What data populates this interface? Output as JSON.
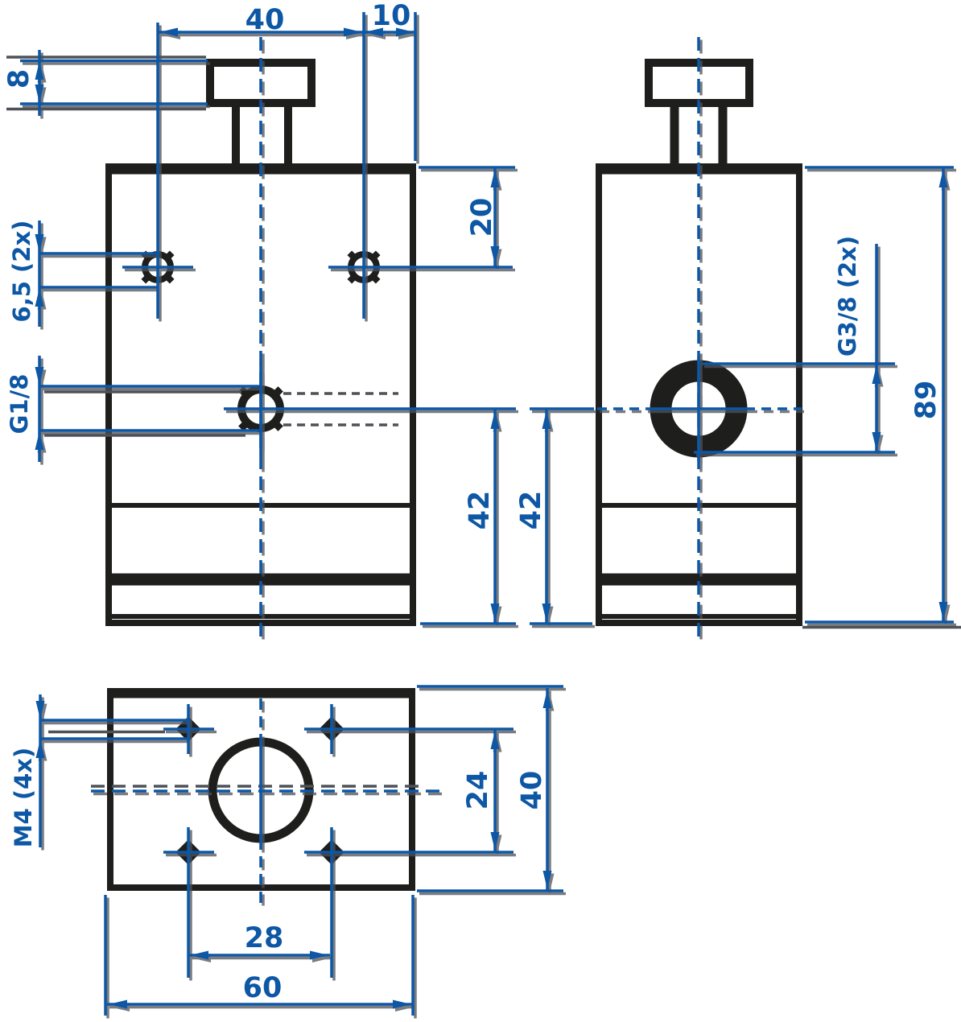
{
  "drawing": {
    "type": "technical-drawing",
    "description": "Three-view dimensioned drawing of a valve manifold block with top knob, side ports and mounting holes",
    "colors": {
      "dimension_blue": "#0d57a5",
      "outline_black": "#1e1e1c",
      "shadow_gray": "#4e5156",
      "background": "#ffffff"
    },
    "dims": {
      "front": {
        "hole_spacing": "40",
        "hole_edge_offset": "10",
        "cap_height": "8",
        "mount_holes": "6,5 (2x)",
        "port_thread": "G1/8",
        "holes_top_offset": "20",
        "port_bottom_offset": "42"
      },
      "side": {
        "port_bottom_offset": "42",
        "port_thread": "G3/8 (2x)",
        "overall_height": "89"
      },
      "bottom": {
        "screw_threads": "M4 (4x)",
        "hole_spacing_depth": "24",
        "overall_depth": "40",
        "hole_spacing_width": "28",
        "overall_width": "60"
      }
    }
  }
}
